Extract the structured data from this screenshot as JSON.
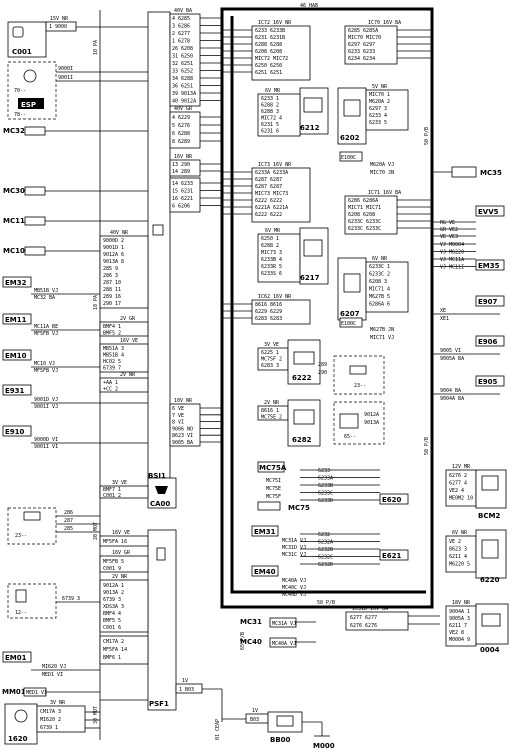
{
  "components": {
    "c001": "C001",
    "bsi1": "BSI1",
    "psf1": "PSF1",
    "ca00": "CA00",
    "c1620": "1620",
    "bb00": "BB00",
    "m000": "M000",
    "mm01": "MM01",
    "c6212": "6212",
    "c6217": "6217",
    "c6202": "6202",
    "c6207": "6207",
    "c6222": "6222",
    "c6282": "6282",
    "bcm2": "BCM2",
    "c6220": "6220",
    "c0004": "0004",
    "mc75": "MC75",
    "mc31": "MC31",
    "mc40": "MC40",
    "e100c_a": "E100C",
    "e100c_b": "E100C",
    "esp": "ESP",
    "ref_70": "70--",
    "ref_78": "78--",
    "ref_23a": "23--",
    "ref_23b": "23--",
    "ref_12": "12--",
    "ref_65": "65--"
  },
  "side_refs": {
    "mc32": "MC32",
    "mc30": "MC30",
    "mc11": "MC11",
    "mc10": "MC10",
    "mc35": "MC35",
    "em32": "EM32",
    "em11": "EM11",
    "em10": "EM10",
    "e931": "E931",
    "e910": "E910",
    "em01": "EM01",
    "e906": "E906",
    "e907": "E907",
    "e905": "E905",
    "evv5": "EVV5",
    "em35": "EM35",
    "e620": "E620",
    "e621": "E621",
    "em31": "EM31",
    "em40": "EM40",
    "mc75a": "MC75A"
  },
  "connector_headers": {
    "c001": "15V NR",
    "bsi_40v_ba": "40V BA",
    "bsi_40v_gr": "40V GR",
    "bsi_16v_nr": "16V NR",
    "bsi_40v_nr": "40V NR",
    "bsi_2v_gr": "2V GR",
    "bsi_16v_ve": "16V VE",
    "bsi_2v_nr": "2V NR",
    "bsi_10v_nr": "10V NR",
    "ca00_3v_ve": "3V VE",
    "psf_16v_ve": "16V VE",
    "psf_16v_gr": "16V GR",
    "psf_2v_nr": "2V NR",
    "psf_1v": "1V",
    "bb00_1v": "1V",
    "ic72": "IC72 16V NR",
    "ic70": "IC70 16V BA",
    "ic73": "IC73 16V NR",
    "ic71": "IC71 16V BA",
    "ic62": "IC62 16V NR",
    "c6212_6v": "6V MR",
    "c6217_6v": "6V MR",
    "c6202_5v": "5V NR",
    "c6207_6v": "6V NR",
    "c6222_3v": "3V VE",
    "c6282_2v": "2V NR",
    "bcm2_12v": "12V MR",
    "c6220_6v": "6V NR",
    "c0004_18v": "18V NR",
    "ic31b": "IC31B 16V BA",
    "c1620_3v": "3V NR"
  },
  "harnesses": {
    "h46": "46 HAB",
    "h50_pb": "50 P/B",
    "h10_pa": "10 PA",
    "h65_pb": "65 P/B",
    "h20_mot": "20 MOT",
    "h01_ceap": "01 CEAP",
    "h30_mot": "30 MOT"
  },
  "wires": {
    "c001_pins": [
      "1 9000"
    ],
    "esp_wires": [
      "9000I",
      "9001I"
    ],
    "bsi_40vba_pins": [
      "4 6285",
      "3 6286",
      "2 6277",
      "1 6278",
      "26 6208",
      "31 6250",
      "32 6251",
      "33 6252",
      "34 6288",
      "36 6251",
      "39 9013A",
      "40 9012A"
    ],
    "bsi_40vgr_pins": [
      "4 6229",
      "5 6276",
      "6 6288",
      "8 6289"
    ],
    "bsi_16vnr_pins": [
      "13 290",
      "14 289"
    ],
    "bsi_40vgr2_pins": [
      "14 6233",
      "15 6231",
      "16 6221",
      "6 6206"
    ],
    "bsi_40vnr_pins": [
      "9000D 2",
      "9001D 1",
      "9012A 6",
      "9013A 8",
      "285 9",
      "286 3",
      "287 10",
      "288 11",
      "289 16",
      "290 17"
    ],
    "bsi_left_wires": [
      "MB51B VJ",
      "MC32 BA",
      "MC11A BE",
      "MF5FB VJ",
      "MC10 VJ",
      "MF5FB VJ",
      "9001D VJ",
      "9001I VJ",
      "9000D VI",
      "9001I VI"
    ],
    "bsi_2vgr_pins": [
      "BMF4 1",
      "BMF5 2"
    ],
    "bsi_16vve_pins": [
      "MB51A 3",
      "MB51B 4",
      "HC02 5",
      "6739 7"
    ],
    "bsi_2vnr_pins": [
      "+AA 1",
      "+CC 2"
    ],
    "bsi_10vnr_pins": [
      "6 VE",
      "7 VE",
      "8 VI",
      "9006 NO",
      "8623 VI",
      "9005 BA"
    ],
    "ca00_pins": [
      "BMF7 1",
      "C001 2"
    ],
    "psf_16vve_pins": [
      "MF5FA 16"
    ],
    "psf_16vgr_pins": [
      "MF5FB 5",
      "C001 9"
    ],
    "psf_2vnr_pins": [
      "9012A 1",
      "9013A 2",
      "6739 3",
      "XDS3A 3",
      "BMF4 4",
      "BMF5 5",
      "C001 6"
    ],
    "psf_bottom_pins": [
      "CM17A 2",
      "MF5FA 14",
      "BMF6 1"
    ],
    "psf_1v_pin": "1 B03",
    "bb00_1v_pin": "B03",
    "ic72_pins": [
      "6233 6233B",
      "6231 6231B",
      "6288 6288",
      "6208 6208",
      "MIC72 MIC72",
      "6250 6250",
      "6251 6251"
    ],
    "ic70_pins": [
      "6285 6285A",
      "MIC70 MIC70",
      "6297 6297",
      "6233 6233",
      "6234 6234"
    ],
    "ic73_pins": [
      "6233A 6233A",
      "6287 6287",
      "6287 6287",
      "MIC73 MIC73",
      "6222 6222",
      "6221A 6221A",
      "6222 6222"
    ],
    "ic71_pins": [
      "6286 6286A",
      "MIC71 MIC71",
      "6208 6208",
      "6233C 6233C",
      "6233C 6233C"
    ],
    "ic62_pins": [
      "8616 8616",
      "6229 6229",
      "6283 6283"
    ],
    "c6212_pins": [
      "6233 1",
      "6288 2",
      "6288 3",
      "MIC72 4",
      "6231 5",
      "6231 6"
    ],
    "c6217_pins": [
      "6250 1",
      "6288 2",
      "MIC73 3",
      "6233B 4",
      "6233R 5",
      "6233S 6"
    ],
    "c6202_pins": [
      "MIC70 1",
      "M620A 2",
      "6297 3",
      "6233 4",
      "6233 5"
    ],
    "c6207_pins": [
      "6233C 1",
      "6233C 2",
      "6208 3",
      "MIC71 4",
      "M627B 5",
      "6286A 6"
    ],
    "c6222_pins": [
      "6225 1",
      "MC75F 2",
      "6283 3"
    ],
    "c6282_pins": [
      "8616 1",
      "MC75E 2"
    ],
    "mc75_pins": [
      "MC75I",
      "MC75E",
      "MC75F"
    ],
    "e620_pins": [
      "6233",
      "6233A",
      "6233B",
      "6233C",
      "6233D"
    ],
    "e621_pins": [
      "6232",
      "6232A",
      "6232B",
      "6232C",
      "6232D"
    ],
    "em31_pins": [
      "MC31A VJ",
      "MC31D VJ",
      "MC31C VJ"
    ],
    "em40_pins": [
      "MC40A VJ",
      "MC40C VJ",
      "MC40D VJ"
    ],
    "ic31b_pins": [
      "6277 6277",
      "6276 6276"
    ],
    "right_side_wires": [
      "M620A VJ",
      "MIC70 JN",
      "M627B JN",
      "MIC71 VJ",
      "9005 VI",
      "9005A BA",
      "9004 BA",
      "9004A BA",
      "XE",
      "XE1"
    ],
    "evv5_wires": [
      "RG VE",
      "GR VE2",
      "VE VE3"
    ],
    "em35_wires": [
      "VJ M0004",
      "VJ M6220",
      "VJ MC11A",
      "VJ MC11I"
    ],
    "bcm2_pins": [
      "6276 2",
      "6277 4",
      "VE2 4",
      "ME0M2 10"
    ],
    "c6220_pins": [
      "VE 2",
      "8623 3",
      "6211 4",
      "M6220 5"
    ],
    "c0004_pins": [
      "9004A 1",
      "9005A 3",
      "6211 7",
      "VE2 8",
      "M0004 9"
    ],
    "c1620_pins": [
      "CM17A 3",
      "MI620 2",
      "6739 1"
    ],
    "em01_wires": [
      "MI620 VJ",
      "MED1 VI"
    ],
    "ref_wires_23": [
      "286",
      "287",
      "285"
    ],
    "ref_wires_65": [
      "9012A",
      "9013A"
    ],
    "bsi_289_290": [
      "289",
      "290"
    ]
  }
}
